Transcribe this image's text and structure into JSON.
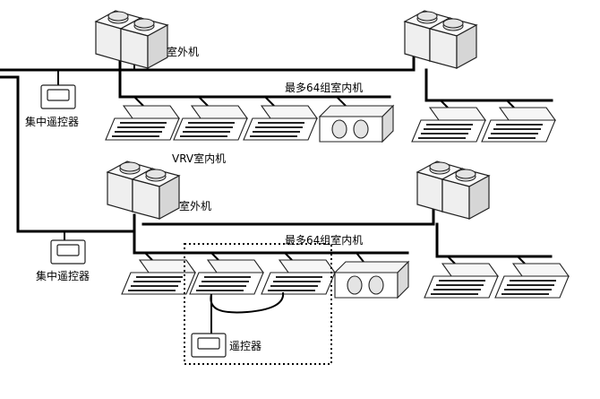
{
  "labels": {
    "outdoor_unit_top": "室外机",
    "outdoor_unit_bottom": "室外机",
    "indoor_max_top": "最多64组室内机",
    "indoor_max_bottom": "最多64组室内机",
    "vrv_indoor": "VRV室内机",
    "central_controller_top": "集中遥控器",
    "central_controller_bottom": "集中遥控器",
    "remote_controller": "遥控器"
  }
}
